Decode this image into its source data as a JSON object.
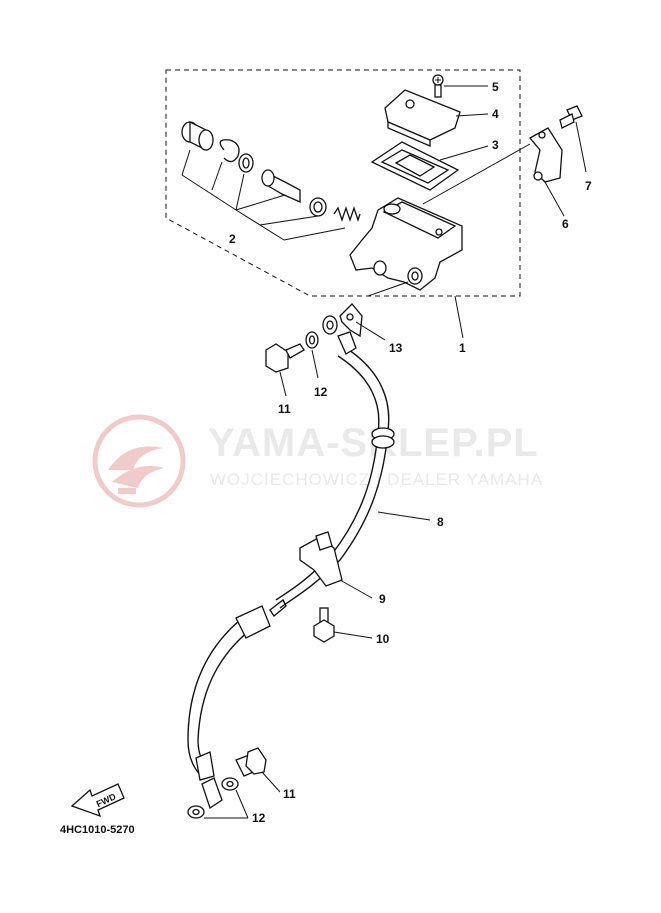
{
  "diagram": {
    "code": "4HC1010-5270",
    "fwd": "FWD",
    "callouts": {
      "c1": "1",
      "c2": "2",
      "c3": "3",
      "c4": "4",
      "c5": "5",
      "c6": "6",
      "c7": "7",
      "c8": "8",
      "c9": "9",
      "c10": "10",
      "c11a": "11",
      "c11b": "11",
      "c12a": "12",
      "c12b": "12",
      "c13": "13"
    }
  },
  "watermark": {
    "title": "YAMA-SKLEP.PL",
    "subtitle": "WOJCIECHOWICZ | DEALER YAMAHA",
    "color": "#e8a0a0"
  }
}
